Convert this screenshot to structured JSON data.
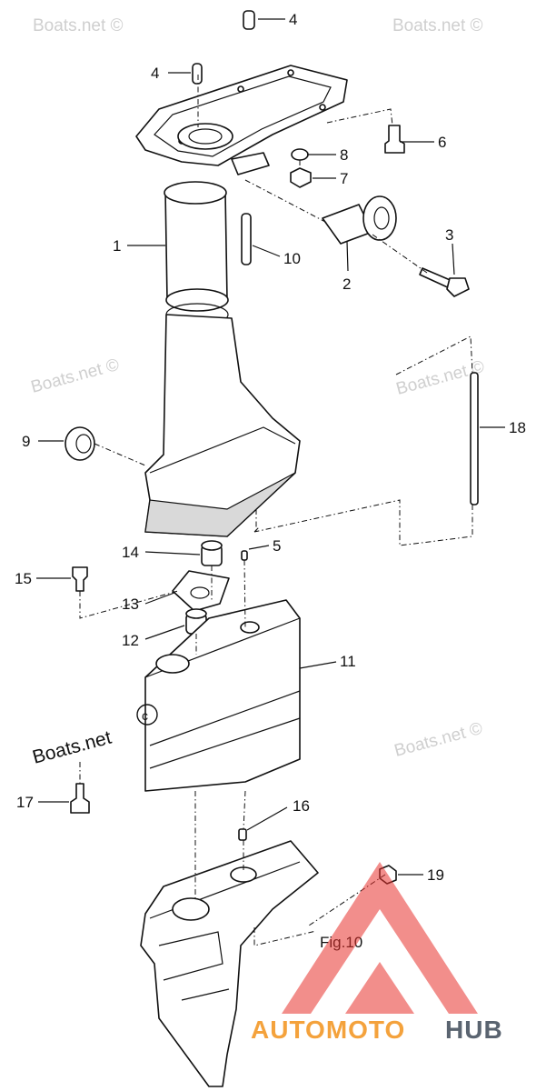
{
  "callouts": [
    "4",
    "4",
    "6",
    "8",
    "7",
    "1",
    "10",
    "2",
    "3",
    "9",
    "18",
    "14",
    "5",
    "15",
    "13",
    "12",
    "11",
    "17",
    "16",
    "19"
  ],
  "figure_ref": "Fig.10",
  "watermarks": {
    "small": "Boats.net ©",
    "main": "Boats.net"
  },
  "logo": {
    "part_a": "AUTOMOTO",
    "part_b": "HUB",
    "color_a": "#f4a23c",
    "color_b": "#5a6470",
    "triangle_color": "#e8322d"
  },
  "colors": {
    "line": "#111111",
    "watermark": "#cfcfcf"
  }
}
